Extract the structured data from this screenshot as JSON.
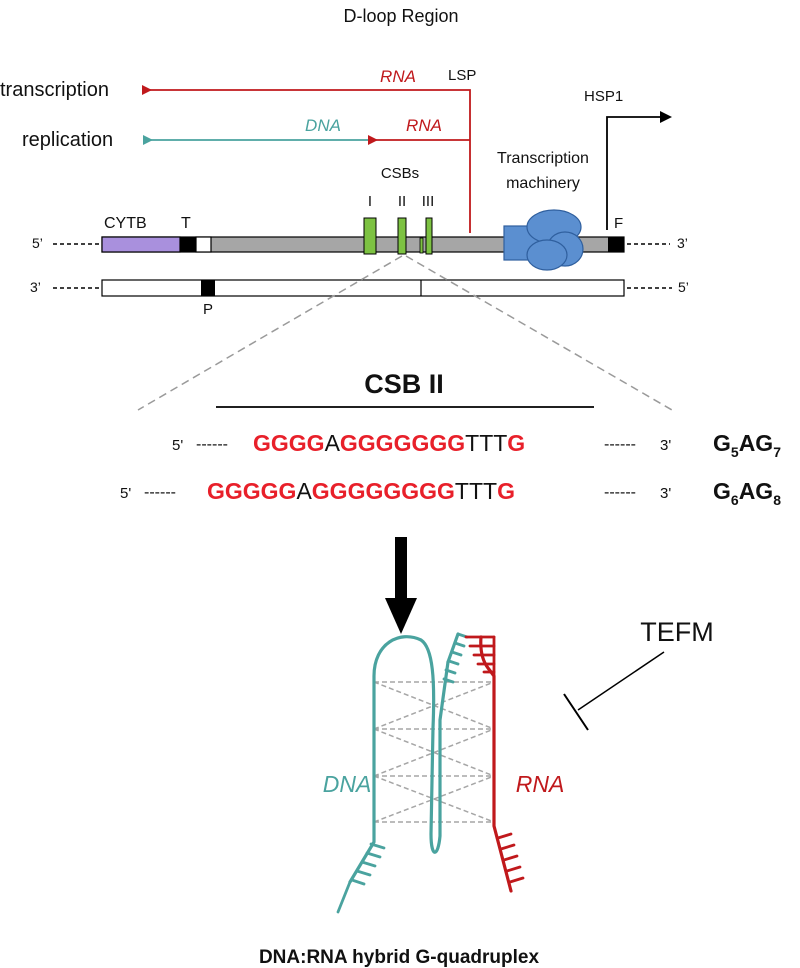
{
  "title": "D-loop Region",
  "labels": {
    "transcription": "transcription",
    "replication": "replication",
    "rna_top": "RNA",
    "rna_mid": "RNA",
    "dna_mid": "DNA",
    "lsp": "LSP",
    "hsp1": "HSP1",
    "csbs": "CSBs",
    "csb_i": "I",
    "csb_ii": "II",
    "csb_iii": "III",
    "machinery_line1": "Transcription",
    "machinery_line2": "machinery",
    "cytb": "CYTB",
    "t": "T",
    "f": "F",
    "p": "P",
    "top_5": "5’",
    "top_3": "3’",
    "bot_3": "3’",
    "bot_5": "5’"
  },
  "csb_section": {
    "title": "CSB II",
    "rows": [
      {
        "prime5": "5'",
        "dashes_left": "------",
        "seg1": "GGGG",
        "seg2": "A",
        "seg3": "GGGGGGG",
        "seg4": "TTT",
        "seg5": "G",
        "dashes_right": "------",
        "prime3": "3'",
        "label_main1": "G",
        "label_sub1": "5",
        "label_main2": "AG",
        "label_sub2": "7"
      },
      {
        "prime5": "5'",
        "dashes_left": "------",
        "seg1": "GGGGG",
        "seg2": "A",
        "seg3": "GGGGGGGG",
        "seg4": "TTT",
        "seg5": "G",
        "dashes_right": "------",
        "prime3": "3'",
        "label_main1": "G",
        "label_sub1": "6",
        "label_main2": "AG",
        "label_sub2": "8"
      }
    ]
  },
  "bottom": {
    "tefm": "TEFM",
    "dna": "DNA",
    "rna": "RNA",
    "caption": "DNA:RNA hybrid G-quadruplex"
  },
  "colors": {
    "red": "#c0191c",
    "teal": "#4aa39f",
    "green": "#7dc242",
    "purple": "#a990dd",
    "grey_bar": "#a6a6a6",
    "machinery": "#5b8fd0",
    "seq_red": "#e8202a"
  }
}
